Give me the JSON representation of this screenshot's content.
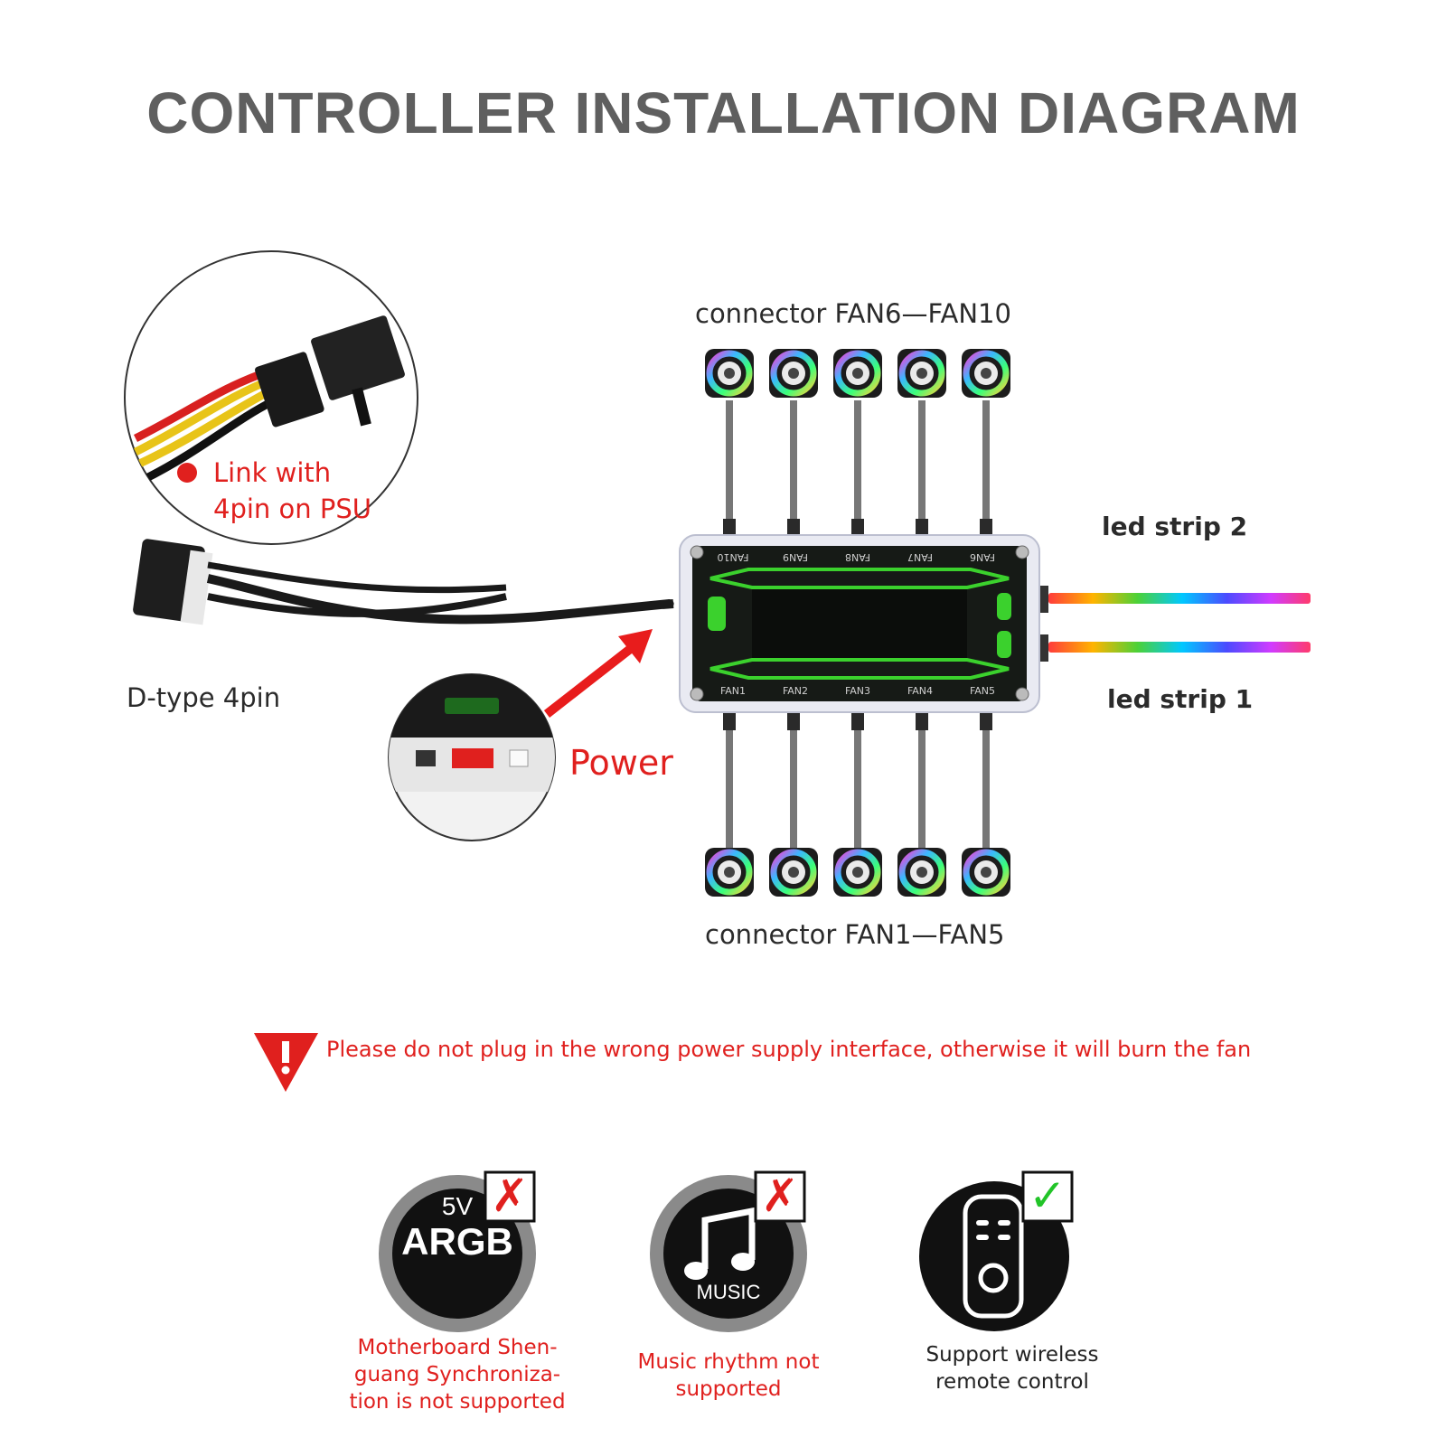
{
  "title": "CONTROLLER INSTALLATION DIAGRAM",
  "labels": {
    "top_connector": "connector  FAN6—FAN10",
    "bottom_connector": "connector  FAN1—FAN5",
    "led_strip_2": "led strip 2",
    "led_strip_1": "led strip 1",
    "d_type": "D-type 4pin",
    "power": "Power",
    "link_line1": "Link with",
    "link_line2": "4pin on PSU"
  },
  "board": {
    "top_ports": [
      "FAN10",
      "FAN9",
      "FAN8",
      "FAN7",
      "FAN6"
    ],
    "bottom_ports": [
      "FAN1",
      "FAN2",
      "FAN3",
      "FAN4",
      "FAN5"
    ]
  },
  "warning": "Please do not plug in the wrong power supply interface, otherwise it will burn the fan",
  "features": [
    {
      "icon": "argb-5v-icon",
      "icon_top": "5V",
      "icon_main": "ARGB",
      "mark": "✗",
      "caption": [
        "Motherboard Shen-",
        "guang Synchroniza-",
        "tion is not supported"
      ]
    },
    {
      "icon": "music-note-icon",
      "icon_main": "MUSIC",
      "mark": "✗",
      "caption": [
        "Music rhythm not",
        "supported"
      ]
    },
    {
      "icon": "remote-control-icon",
      "mark": "✓",
      "caption": [
        "Support wireless",
        "remote control"
      ]
    }
  ],
  "colors": {
    "red": "#e0201e",
    "green_glow": "#3bd12d",
    "title_gray": "#5f5f5f"
  }
}
